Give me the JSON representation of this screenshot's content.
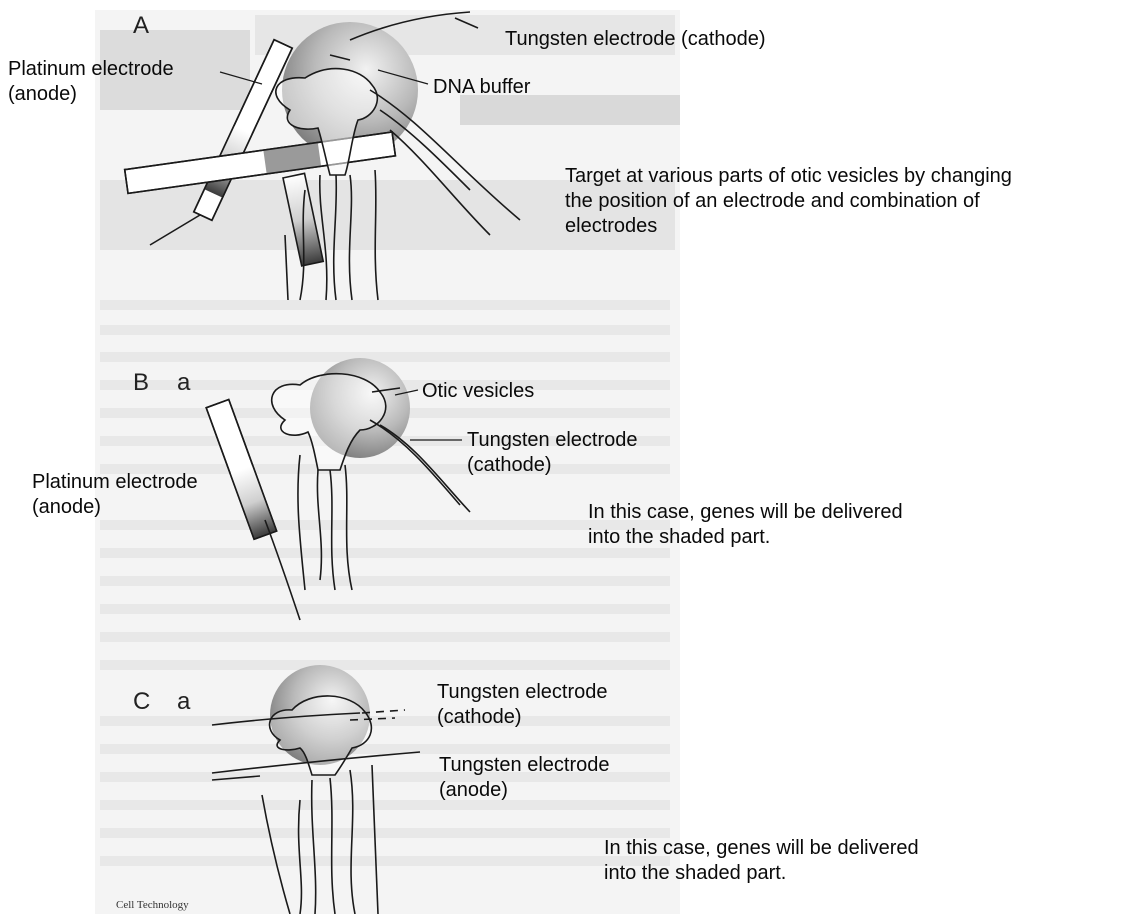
{
  "panels": {
    "A": {
      "letter": "A",
      "tungsten_cathode": "Tungsten electrode (cathode)",
      "platinum": [
        "Platinum electrode",
        "(anode)"
      ],
      "dna_buffer": "DNA buffer",
      "note": [
        "Target at various parts of otic vesicles by changing",
        "the position of an electrode and combination of",
        "electrodes"
      ]
    },
    "B": {
      "letter": "B",
      "sub": "a",
      "otic": "Otic vesicles",
      "tungsten": [
        "Tungsten electrode",
        "(cathode)"
      ],
      "platinum": [
        "Platinum electrode",
        "(anode)"
      ],
      "note": [
        "In this case, genes will be delivered",
        "into the shaded part."
      ]
    },
    "C": {
      "letter": "C",
      "sub": "a",
      "tungsten_cathode": [
        "Tungsten electrode",
        "(cathode)"
      ],
      "tungsten_anode": [
        "Tungsten electrode",
        "(anode)"
      ],
      "note": [
        "In this case, genes will be delivered",
        "into the shaded part."
      ]
    }
  },
  "credit": "Cell Technology",
  "colors": {
    "shade": "#7a7a7a",
    "background_text": "#e2e2e2",
    "ink": "#1a1a1a"
  }
}
